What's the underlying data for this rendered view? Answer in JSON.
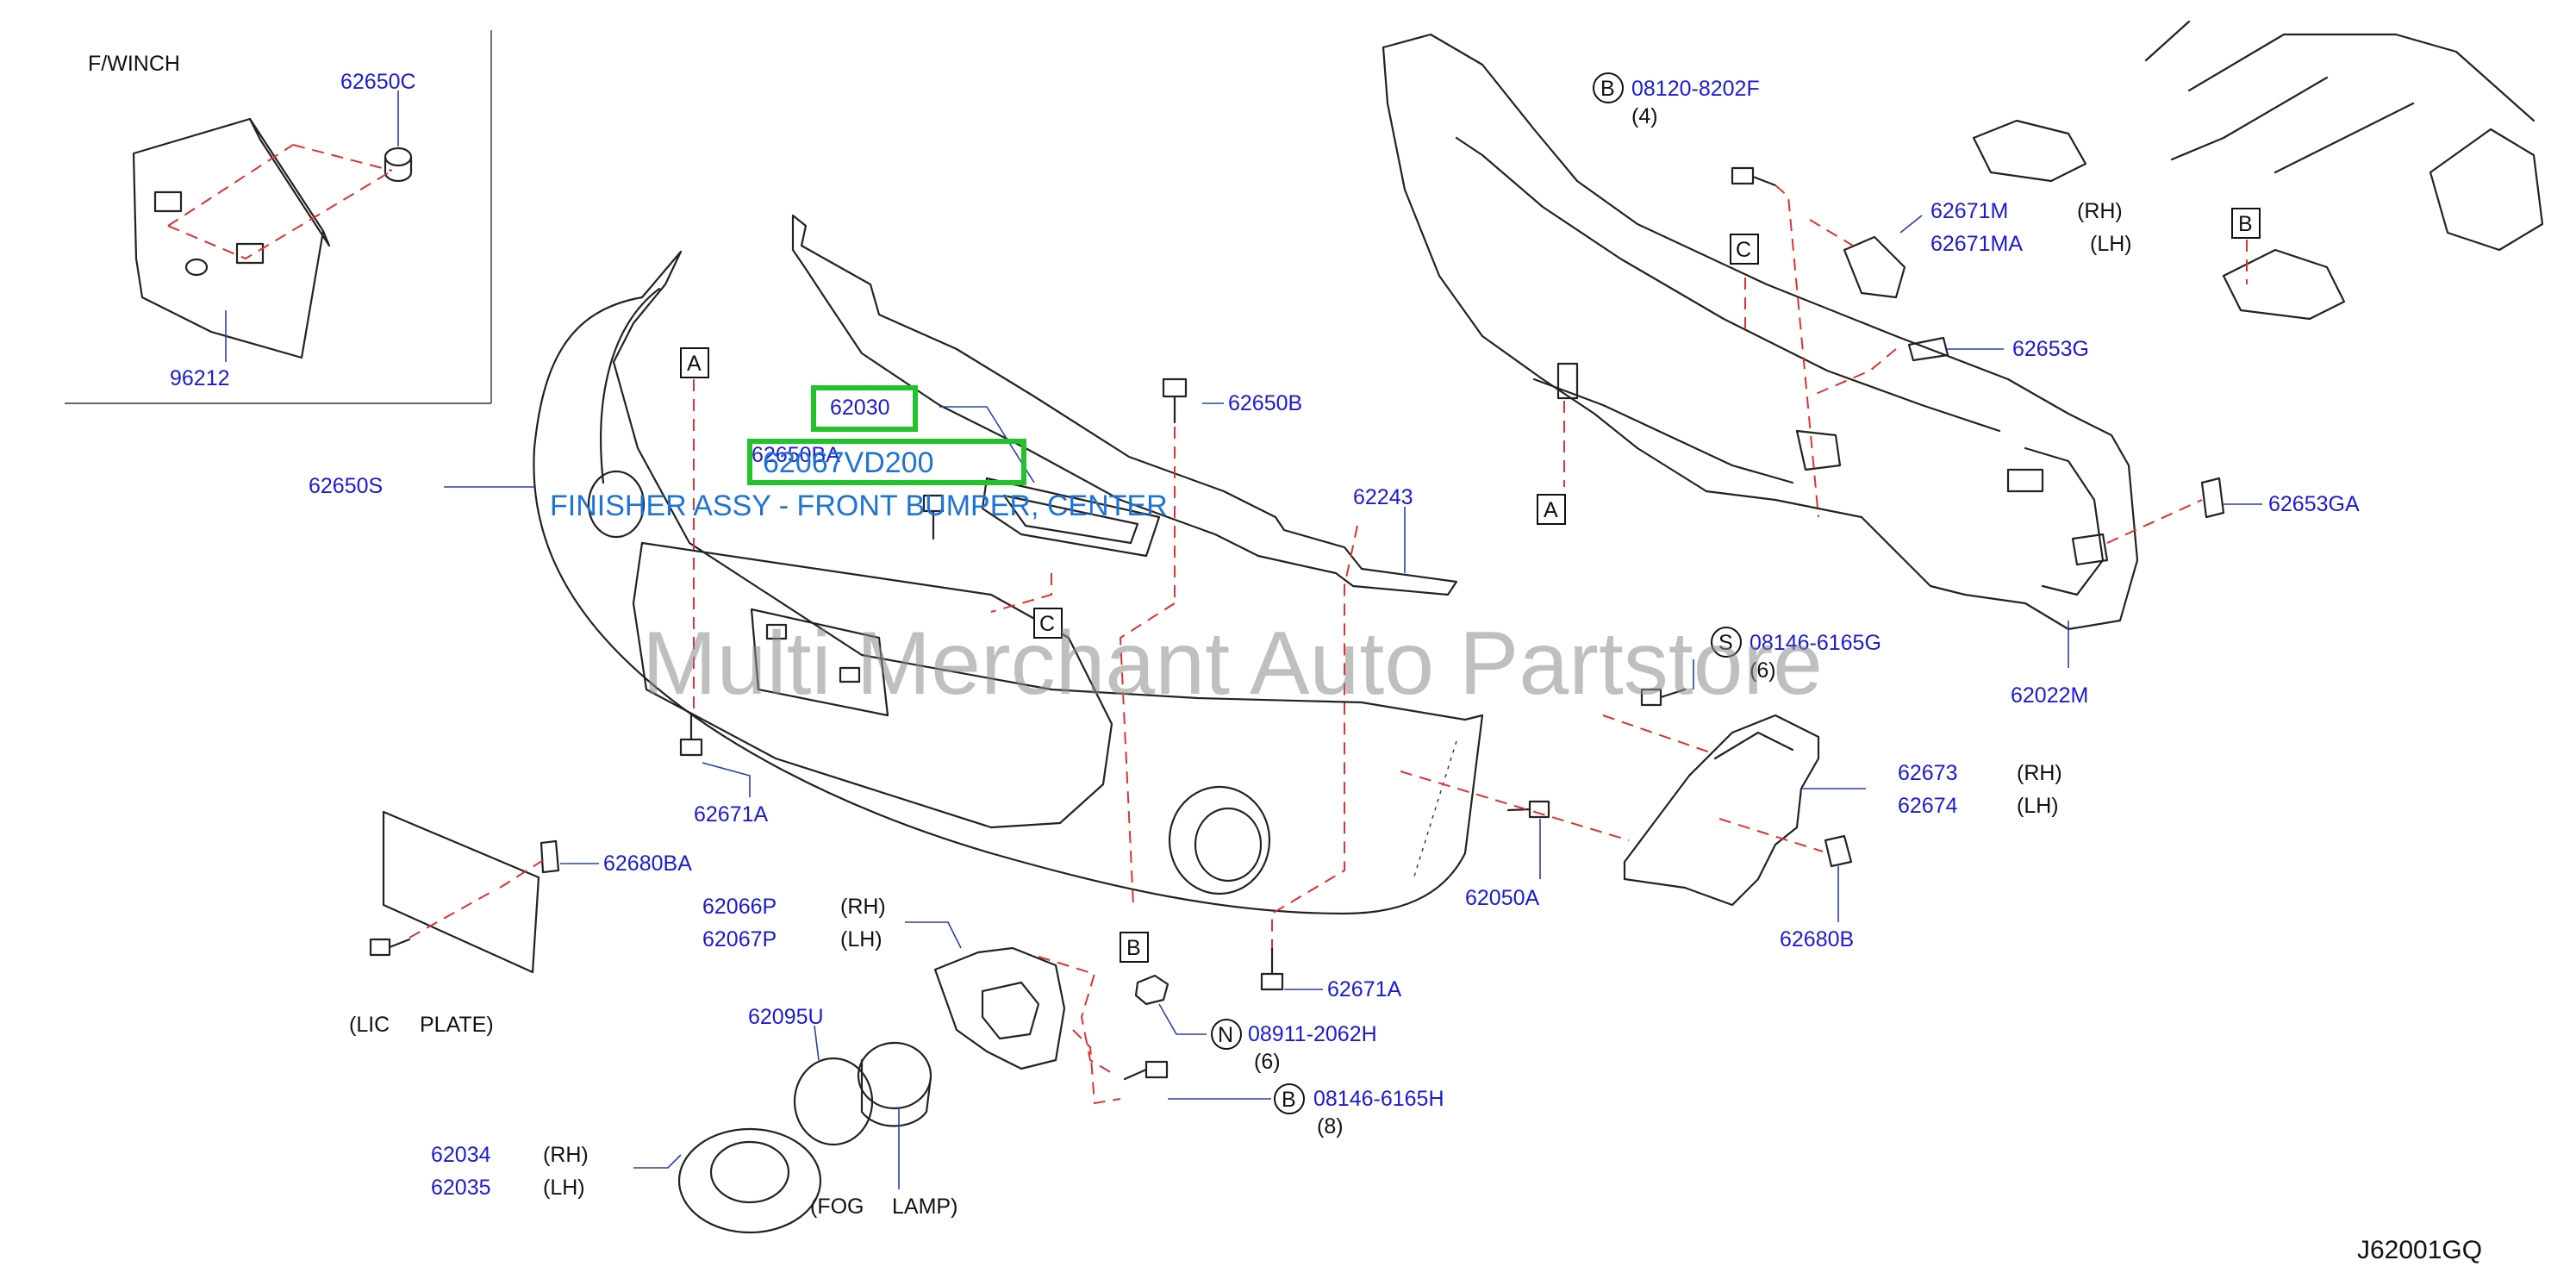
{
  "diagram_id": "J62001GQ",
  "watermark": "Multi Merchant Auto Partstore",
  "highlight": {
    "part": "62030",
    "code": "62067VD200",
    "description": "FINISHER ASSY - FRONT BUMPER, CENTER"
  },
  "inset": {
    "title": "F/WINCH",
    "parts": [
      "62650C",
      "96212"
    ]
  },
  "parts": {
    "p62650C": "62650C",
    "p96212": "96212",
    "p62030": "62030",
    "p62650BA": "62650BA",
    "p62650S": "62650S",
    "p62650B": "62650B",
    "p62243": "62243",
    "p62671A_left": "62671A",
    "p62680BA": "62680BA",
    "p62066P": "62066P",
    "p62067P": "62067P",
    "p62095U": "62095U",
    "p62034": "62034",
    "p62035": "62035",
    "p62671A_bottom": "62671A",
    "p08911": "08911-2062H",
    "p08146_bottom": "08146-6165H",
    "p08120": "08120-8202F",
    "p62671M": "62671M",
    "p62671MA": "62671MA",
    "p62653G": "62653G",
    "p62653GA": "62653GA",
    "p62022M": "62022M",
    "p08146_right": "08146-6165G",
    "p62050A": "62050A",
    "p62673": "62673",
    "p62674": "62674",
    "p62680B": "62680B"
  },
  "side_labels": {
    "rh": "(RH)",
    "lh": "(LH)"
  },
  "quantities": {
    "q4": "(4)",
    "q6a": "(6)",
    "q6b": "(6)",
    "q8": "(8)"
  },
  "circle_codes": {
    "b": "B",
    "s": "S",
    "n": "N"
  },
  "ref_letters": {
    "a": "A",
    "b": "B",
    "c": "C"
  },
  "notes": {
    "lic_plate_1": "(LIC",
    "lic_plate_2": "PLATE)",
    "fog_lamp_1": "(FOG",
    "fog_lamp_2": "LAMP)"
  }
}
